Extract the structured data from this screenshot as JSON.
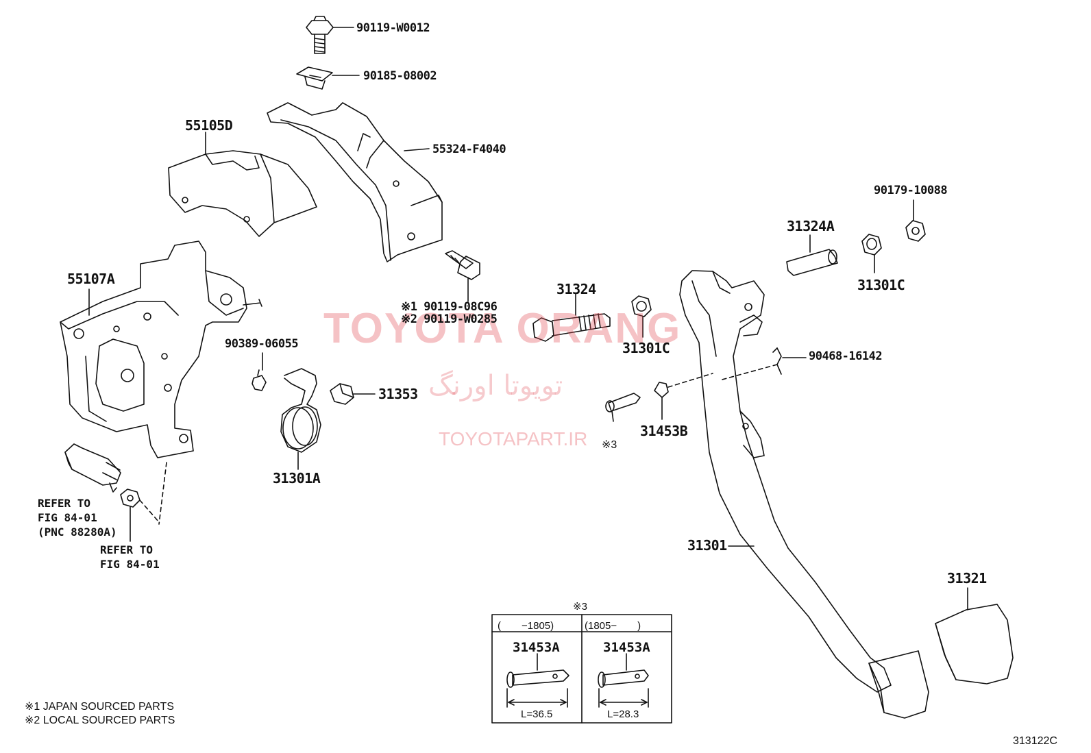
{
  "labels": {
    "p_90119_w0012": "90119-W0012",
    "p_90185_08002": "90185-08002",
    "p_55105d": "55105D",
    "p_55324_f4040": "55324-F4040",
    "p_90179_10088": "90179-10088",
    "p_31324a": "31324A",
    "p_31301c_right": "31301C",
    "p_55107a": "55107A",
    "p_31324": "31324",
    "p_90119_08c96": "※1 90119-08C96",
    "p_90119_w0285": "※2 90119-W0285",
    "p_90389_06055": "90389-06055",
    "p_31301c_mid": "31301C",
    "p_90468_16142": "90468-16142",
    "p_31353": "31353",
    "p_31453b": "31453B",
    "note_3": "※3",
    "p_31301a": "31301A",
    "refer1_line1": "REFER TO",
    "refer1_line2": "FIG 84-01",
    "refer1_line3": "(PNC 88280A)",
    "refer2_line1": "REFER TO",
    "refer2_line2": "FIG 84-01",
    "p_31301": "31301",
    "p_31321": "31321"
  },
  "table": {
    "mark": "※3",
    "col1_header": "(　　−1805)",
    "col2_header": "(1805−　　)",
    "col1_part": "31453A",
    "col2_part": "31453A",
    "col1_length": "L=36.5",
    "col2_length": "L=28.3"
  },
  "footnotes": {
    "line1": "※1 JAPAN SOURCED PARTS",
    "line2": "※2 LOCAL SOURCED PARTS"
  },
  "diagram_id": "313122C",
  "watermark": {
    "brand": "TOYOTA ORANG",
    "persian": "تویوتا اورنگ",
    "site": "TOYOTAPART.IR"
  }
}
